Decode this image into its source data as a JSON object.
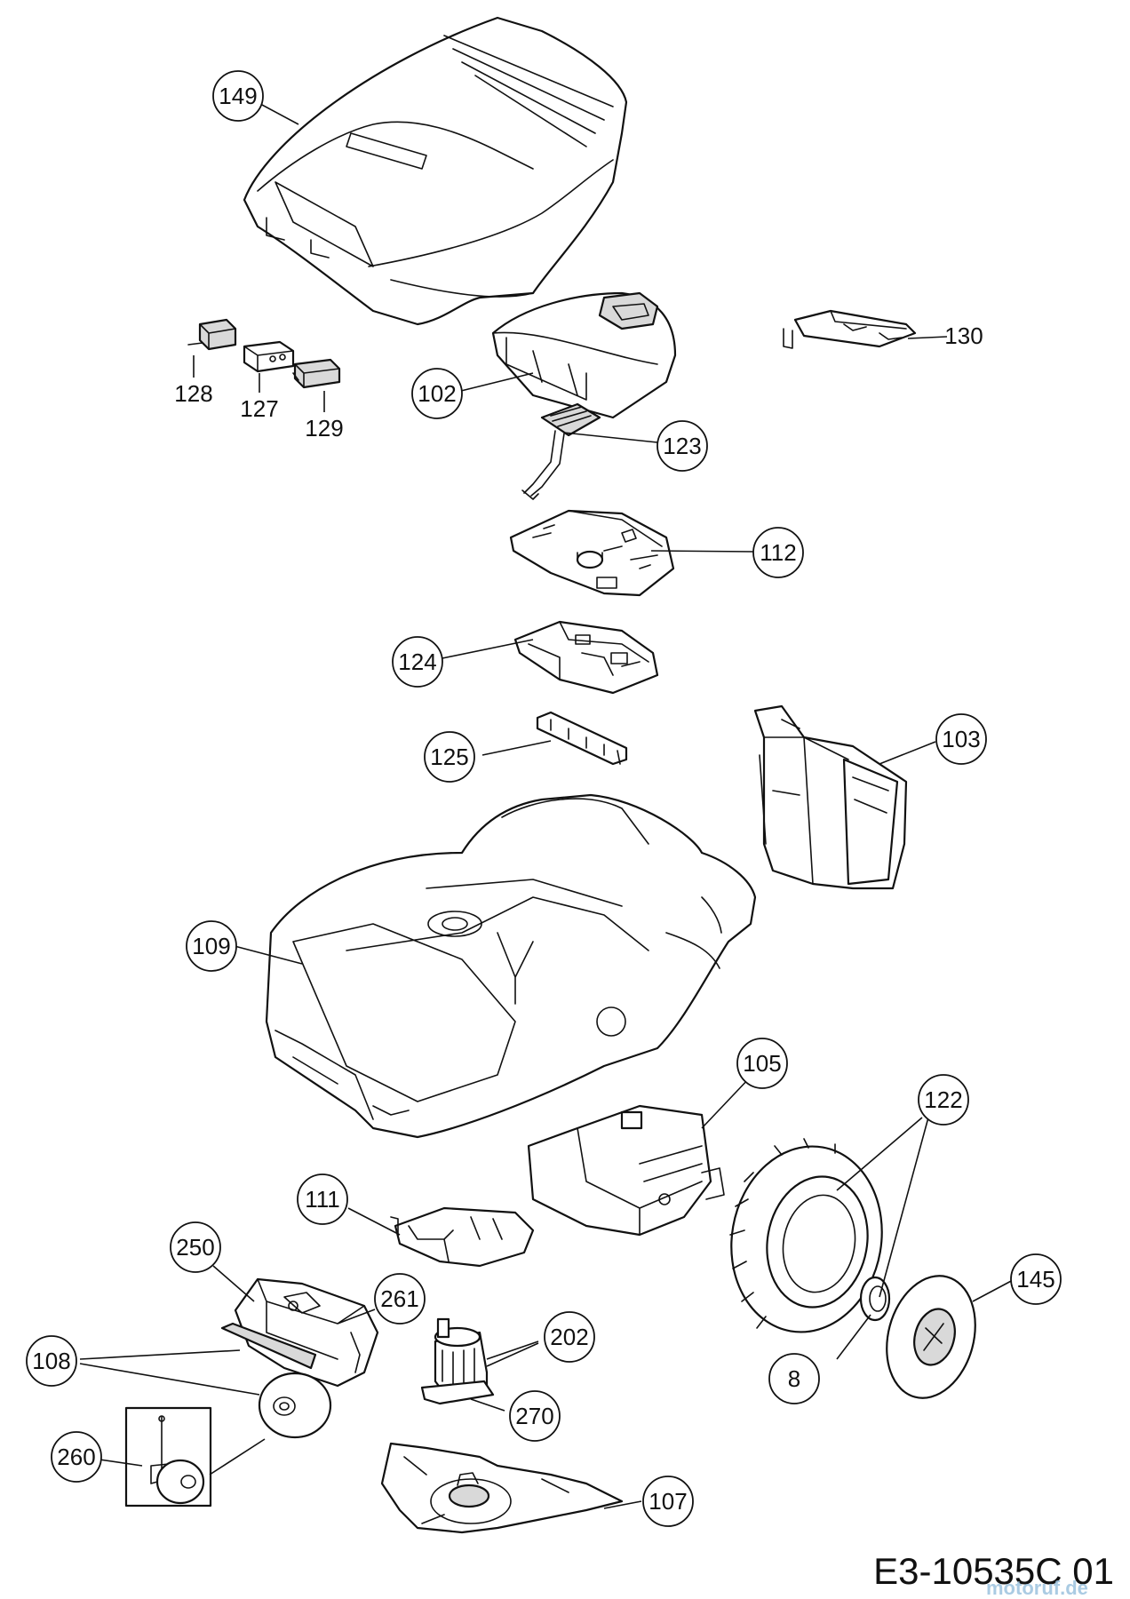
{
  "diagram": {
    "drawing_code": "E3-10535C 01",
    "watermark": "motoruf.de",
    "callouts": [
      {
        "id": "149",
        "label": "149"
      },
      {
        "id": "102",
        "label": "102"
      },
      {
        "id": "123",
        "label": "123"
      },
      {
        "id": "112",
        "label": "112"
      },
      {
        "id": "124",
        "label": "124"
      },
      {
        "id": "125",
        "label": "125"
      },
      {
        "id": "103",
        "label": "103"
      },
      {
        "id": "109",
        "label": "109"
      },
      {
        "id": "105",
        "label": "105"
      },
      {
        "id": "122",
        "label": "122"
      },
      {
        "id": "145",
        "label": "145"
      },
      {
        "id": "8",
        "label": "8"
      },
      {
        "id": "111",
        "label": "111"
      },
      {
        "id": "250",
        "label": "250"
      },
      {
        "id": "261",
        "label": "261"
      },
      {
        "id": "202",
        "label": "202"
      },
      {
        "id": "270",
        "label": "270"
      },
      {
        "id": "108",
        "label": "108"
      },
      {
        "id": "260",
        "label": "260"
      },
      {
        "id": "107",
        "label": "107"
      }
    ],
    "plain_labels": [
      {
        "id": "130",
        "label": "130"
      },
      {
        "id": "128",
        "label": "128"
      },
      {
        "id": "127",
        "label": "127"
      },
      {
        "id": "129",
        "label": "129"
      }
    ]
  }
}
